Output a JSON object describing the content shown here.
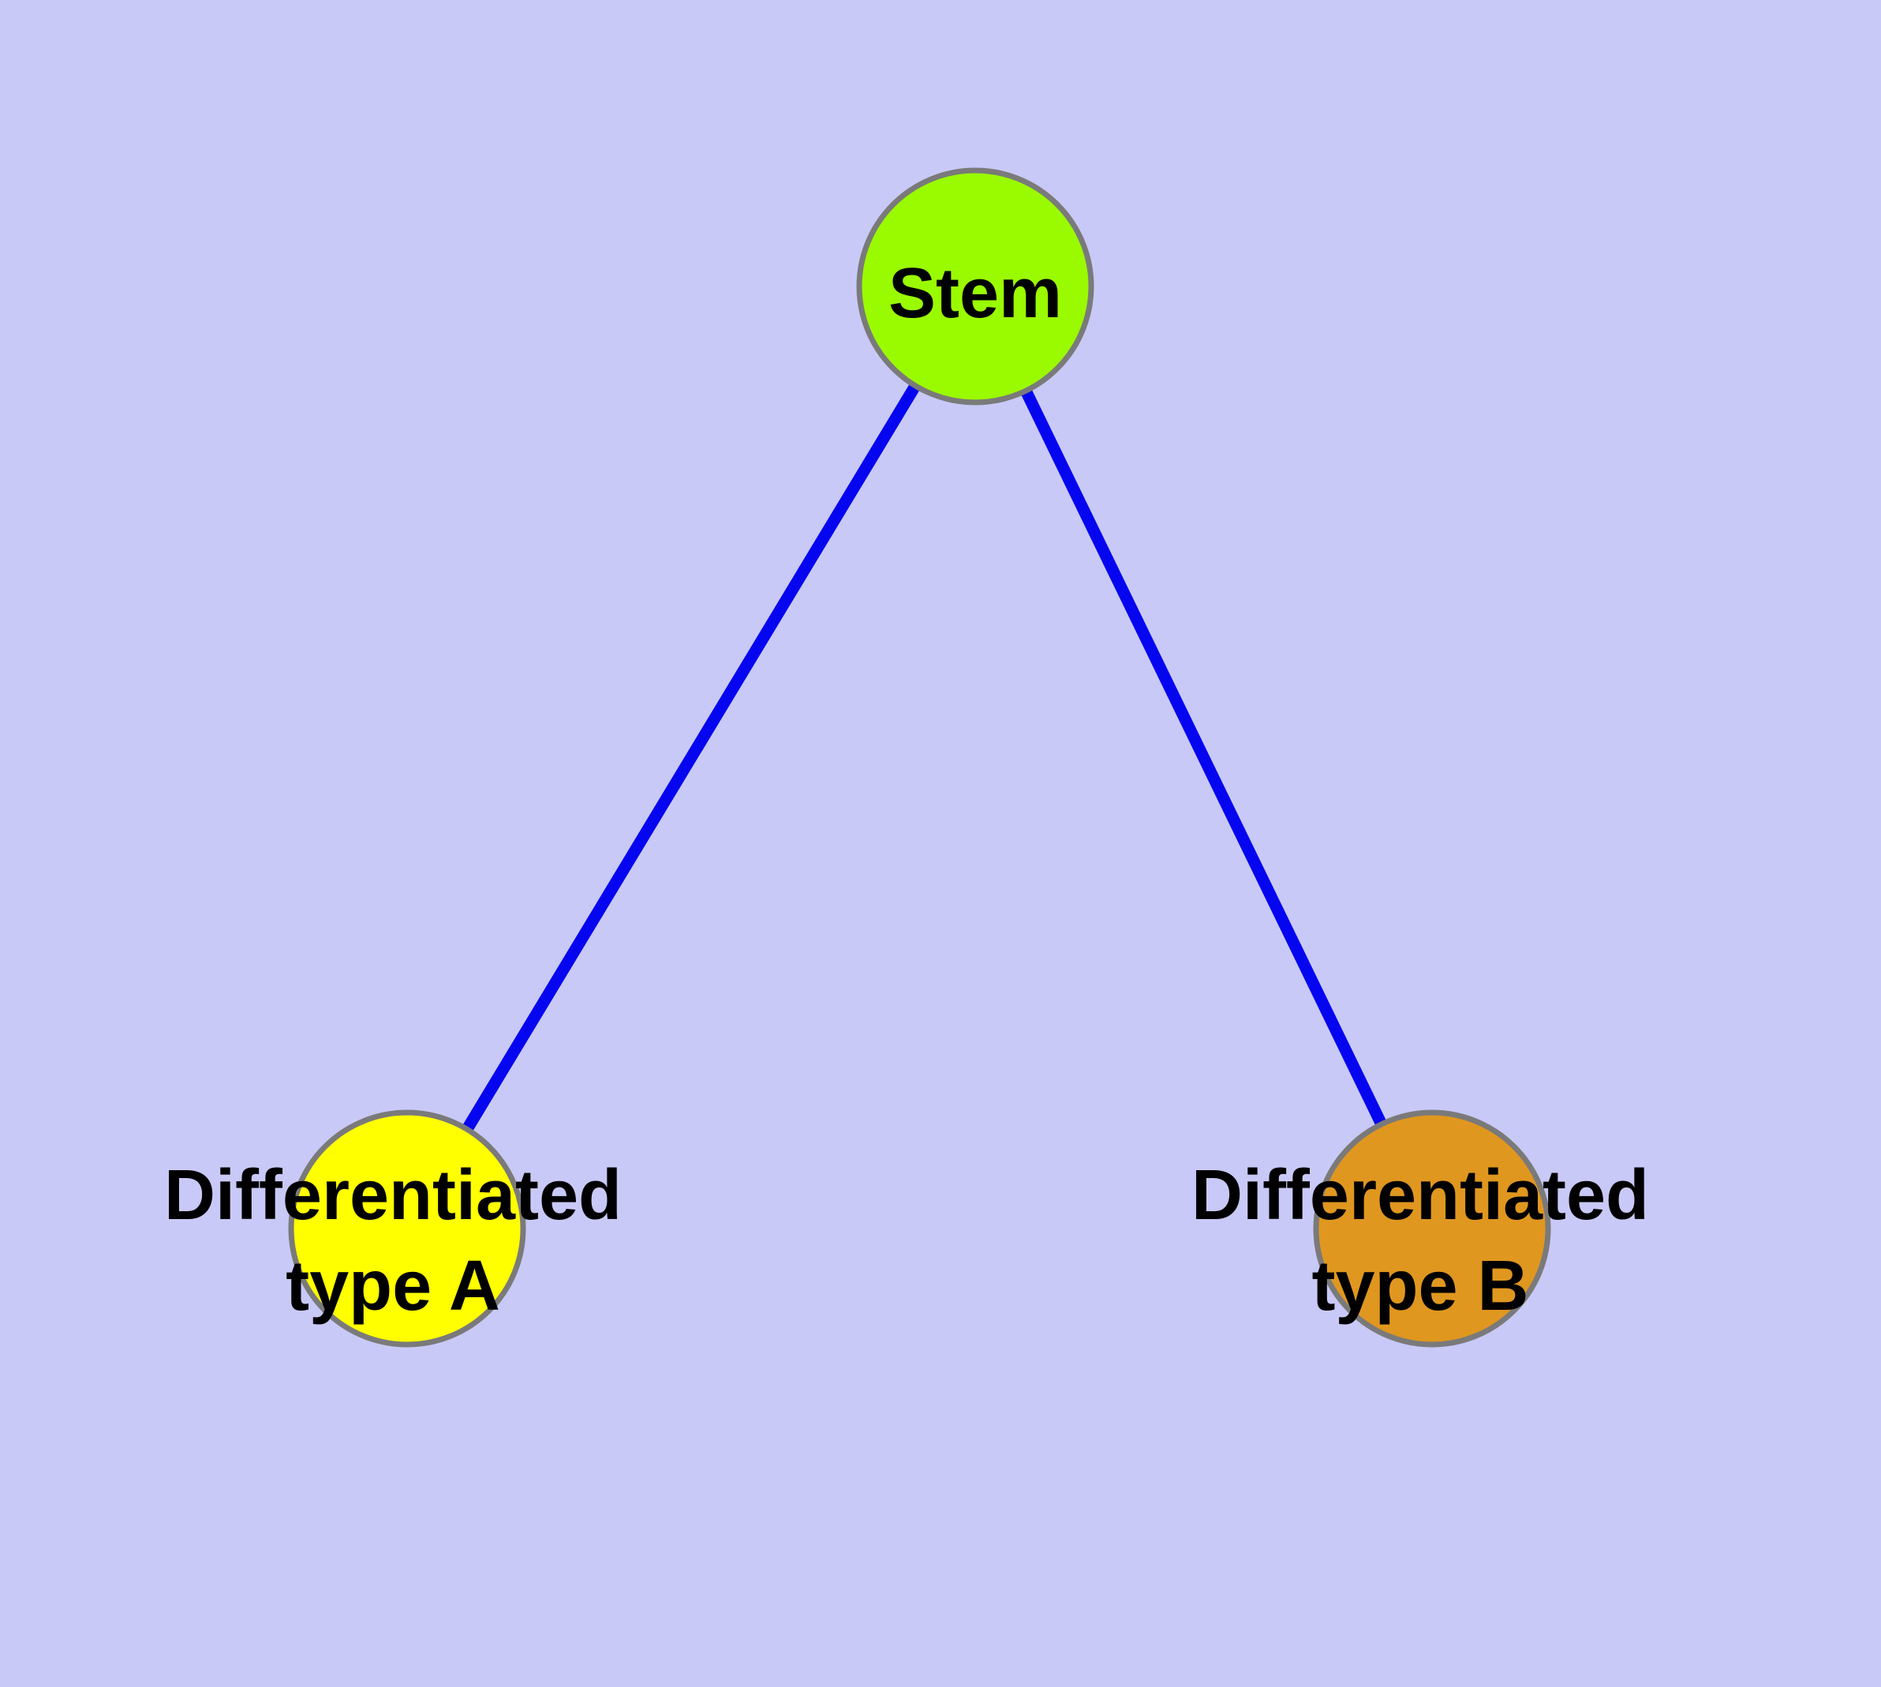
{
  "diagram": {
    "background_color": "#C9C9F7",
    "edge_color": "#0505F0",
    "node_border_color": "#7A7A7A",
    "label_color": "#000000",
    "nodes": [
      {
        "id": "stem",
        "label": "Stem",
        "lines": [
          "Stem"
        ],
        "color": "#9AFA00"
      },
      {
        "id": "differentiated-type-a",
        "label": "Differentiated type A",
        "lines": [
          "Differentiated",
          "type A"
        ],
        "color": "#FFFF00"
      },
      {
        "id": "differentiated-type-b",
        "label": "Differentiated type B",
        "lines": [
          "Differentiated",
          "type B"
        ],
        "color": "#E0971F"
      }
    ],
    "edges": [
      {
        "from": "stem",
        "to": "differentiated-type-a"
      },
      {
        "from": "stem",
        "to": "differentiated-type-b"
      }
    ]
  }
}
